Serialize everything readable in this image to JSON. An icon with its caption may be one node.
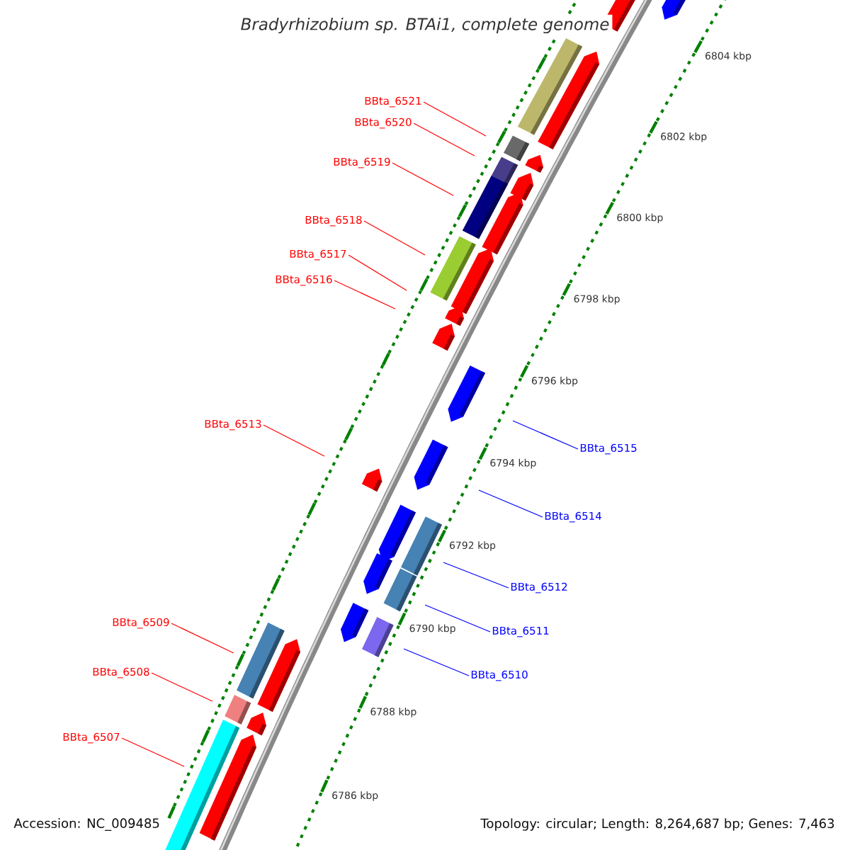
{
  "diagram": {
    "title": "Bradyrhizobium sp. BTAi1, complete genome",
    "nodes": [
      {
        "text": [
          "BBta_6521"
        ]
      },
      {
        "text": [
          "BBta_6520"
        ]
      },
      {
        "text": [
          "BBta_6519"
        ]
      },
      {
        "text": [
          "BBta_6518"
        ]
      },
      {
        "text": [
          "BBta_6517"
        ]
      },
      {
        "text": [
          "BBta_6516"
        ]
      },
      {
        "text": [
          "BBta_6513"
        ]
      },
      {
        "text": [
          "BBta_6515"
        ]
      },
      {
        "text": [
          "BBta_6514"
        ]
      },
      {
        "text": [
          "BBta_6512"
        ]
      },
      {
        "text": [
          "BBta_6509"
        ]
      },
      {
        "text": [
          "BBta_6511"
        ]
      },
      {
        "text": [
          "BBta_6508"
        ]
      },
      {
        "text": [
          "BBta_6510"
        ]
      },
      {
        "text": [
          "BBta_6507"
        ]
      }
    ],
    "edges": [
      {
        "from": 0,
        "to": null,
        "arrow": "none"
      },
      {
        "from": 1,
        "to": null,
        "arrow": "none"
      },
      {
        "from": 2,
        "to": null,
        "arrow": "none"
      },
      {
        "from": 3,
        "to": null,
        "arrow": "none"
      },
      {
        "from": 4,
        "to": null,
        "arrow": "none"
      },
      {
        "from": 5,
        "to": null,
        "arrow": "none"
      },
      {
        "from": 6,
        "to": null,
        "arrow": "none"
      },
      {
        "from": 7,
        "to": null,
        "arrow": "none",
        "color": "#0000ff"
      },
      {
        "from": 8,
        "to": null,
        "arrow": "none",
        "color": "#0000ff"
      },
      {
        "from": 9,
        "to": null,
        "arrow": "none",
        "color": "#0000ff"
      },
      {
        "from": 10,
        "to": null,
        "arrow": "none"
      },
      {
        "from": 11,
        "to": null,
        "arrow": "none",
        "color": "#0000ff"
      },
      {
        "from": 12,
        "to": null,
        "arrow": "none"
      },
      {
        "from": 13,
        "to": null,
        "arrow": "none",
        "color": "#0000ff"
      },
      {
        "from": 14,
        "to": null,
        "arrow": "none"
      }
    ],
    "labels": [
      "6804 kbp",
      "6802 kbp",
      "6800 kbp",
      "6798 kbp",
      "6796 kbp",
      "6794 kbp",
      "6792 kbp",
      "6790 kbp",
      "6788 kbp",
      "6786 kbp",
      "Accession: NC_009485",
      "Topology: circular; Length: 8,264,687 bp; Genes: 7,463"
    ]
  }
}
